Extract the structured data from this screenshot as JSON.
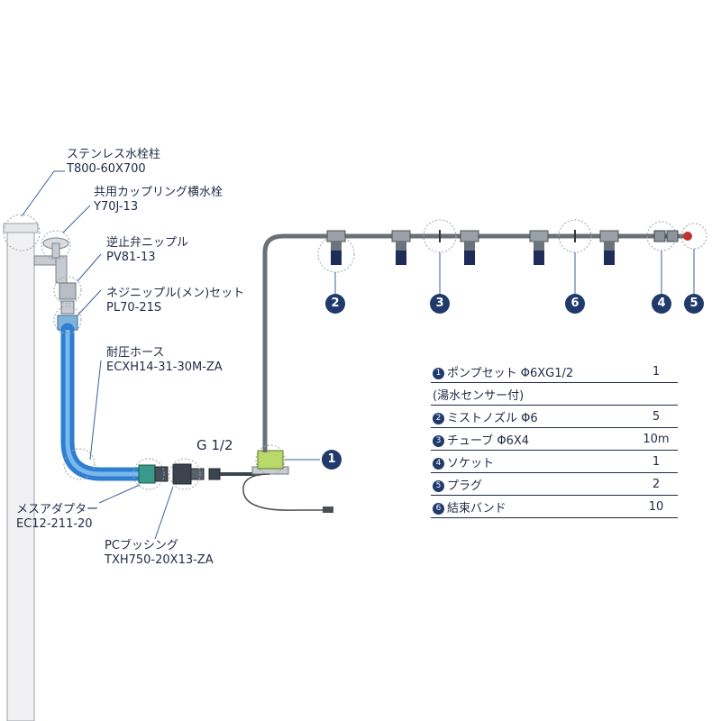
{
  "labels": {
    "post": [
      "ステンレス水栓柱",
      "T800-60X700"
    ],
    "faucet": [
      "共用カップリング横水栓",
      "Y70J-13"
    ],
    "check_valve": [
      "逆止弁ニップル",
      "PV81-13"
    ],
    "nipple": [
      "ネジニップル(メン)セット",
      "PL70-21S"
    ],
    "hose": [
      "耐圧ホース",
      "ECXH14-31-30M-ZA"
    ],
    "female_adapter": [
      "メスアダプター",
      "EC12-211-20"
    ],
    "bushing": [
      "PCブッシング",
      "TXH750-20X13-ZA"
    ],
    "thread": "G 1/2"
  },
  "callouts": [
    "1",
    "2",
    "3",
    "6",
    "4",
    "5"
  ],
  "parts_table": [
    {
      "no": "1",
      "name": "ポンプセット Φ6XG1/2",
      "qty": "1"
    },
    {
      "no": "",
      "name": "(湯水センサー付)",
      "qty": ""
    },
    {
      "no": "2",
      "name": "ミストノズル Φ6",
      "qty": "5"
    },
    {
      "no": "3",
      "name": "チューブ Φ6X4",
      "qty": "10m"
    },
    {
      "no": "4",
      "name": "ソケット",
      "qty": "1"
    },
    {
      "no": "5",
      "name": "プラグ",
      "qty": "2"
    },
    {
      "no": "6",
      "name": "結束バンド",
      "qty": "10"
    }
  ]
}
